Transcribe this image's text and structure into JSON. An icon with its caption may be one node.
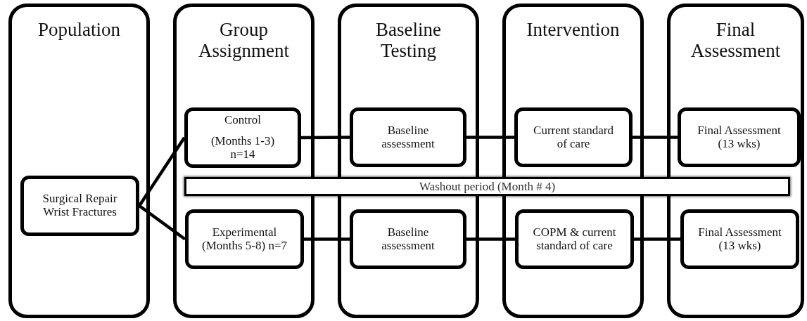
{
  "diagram": {
    "nodes": [
      {
        "text": [
          "Population"
        ]
      },
      {
        "text": [
          "Surgical Repair Wrist Fractures"
        ],
        "in": 0
      },
      {
        "text": [
          "Group Assignment"
        ]
      },
      {
        "text": [
          "Control",
          "(Months 1-3) n=14"
        ],
        "in": 2
      },
      {
        "text": [
          "Experimental (Months 5-8) n=7"
        ],
        "in": 2
      },
      {
        "text": [
          "Baseline Testing"
        ]
      },
      {
        "text": [
          "Baseline assessment"
        ],
        "in": 5
      },
      {
        "text": [
          "Baseline assessment"
        ],
        "in": 5
      },
      {
        "text": [
          "Intervention"
        ]
      },
      {
        "text": [
          "Current standard of care"
        ],
        "in": 8
      },
      {
        "text": [
          "COPM & current standard of care"
        ],
        "in": 8
      },
      {
        "text": [
          "Final Assessment"
        ]
      },
      {
        "text": [
          "Final Assessment (13 wks)"
        ],
        "in": 11
      },
      {
        "text": [
          "Final Assessment (13 wks)"
        ],
        "in": 11
      },
      {
        "text": [
          "Washout period (Month # 4)"
        ]
      }
    ],
    "edges": [
      {
        "from": 1,
        "to": 3,
        "arrow": "none"
      },
      {
        "from": 1,
        "to": 4,
        "arrow": "none"
      },
      {
        "from": 3,
        "to": 6,
        "arrow": "none"
      },
      {
        "from": 6,
        "to": 9,
        "arrow": "none"
      },
      {
        "from": 9,
        "to": 12,
        "arrow": "none"
      },
      {
        "from": 4,
        "to": 7,
        "arrow": "none"
      },
      {
        "from": 7,
        "to": 10,
        "arrow": "none"
      },
      {
        "from": 10,
        "to": 13,
        "arrow": "none"
      }
    ]
  }
}
